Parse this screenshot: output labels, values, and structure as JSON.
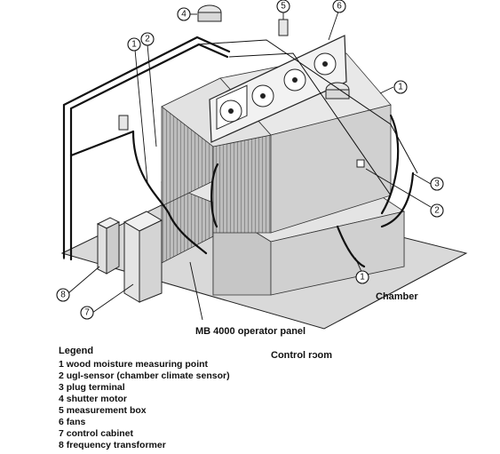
{
  "labels": {
    "chamber": "Chamber",
    "operator_panel": "MB 4000 operator panel",
    "control_room": "Control rɔom"
  },
  "callouts": [
    "1",
    "2",
    "3",
    "4",
    "5",
    "6",
    "7",
    "8"
  ],
  "legend": {
    "title": "Legend",
    "items": [
      "1 wood moisture measuring point",
      "2 ugl-sensor (chamber climate sensor)",
      "3 plug terminal",
      "4 shutter motor",
      "5 measurement box",
      "6 fans",
      "7 control cabinet",
      "8 frequency transformer"
    ]
  }
}
